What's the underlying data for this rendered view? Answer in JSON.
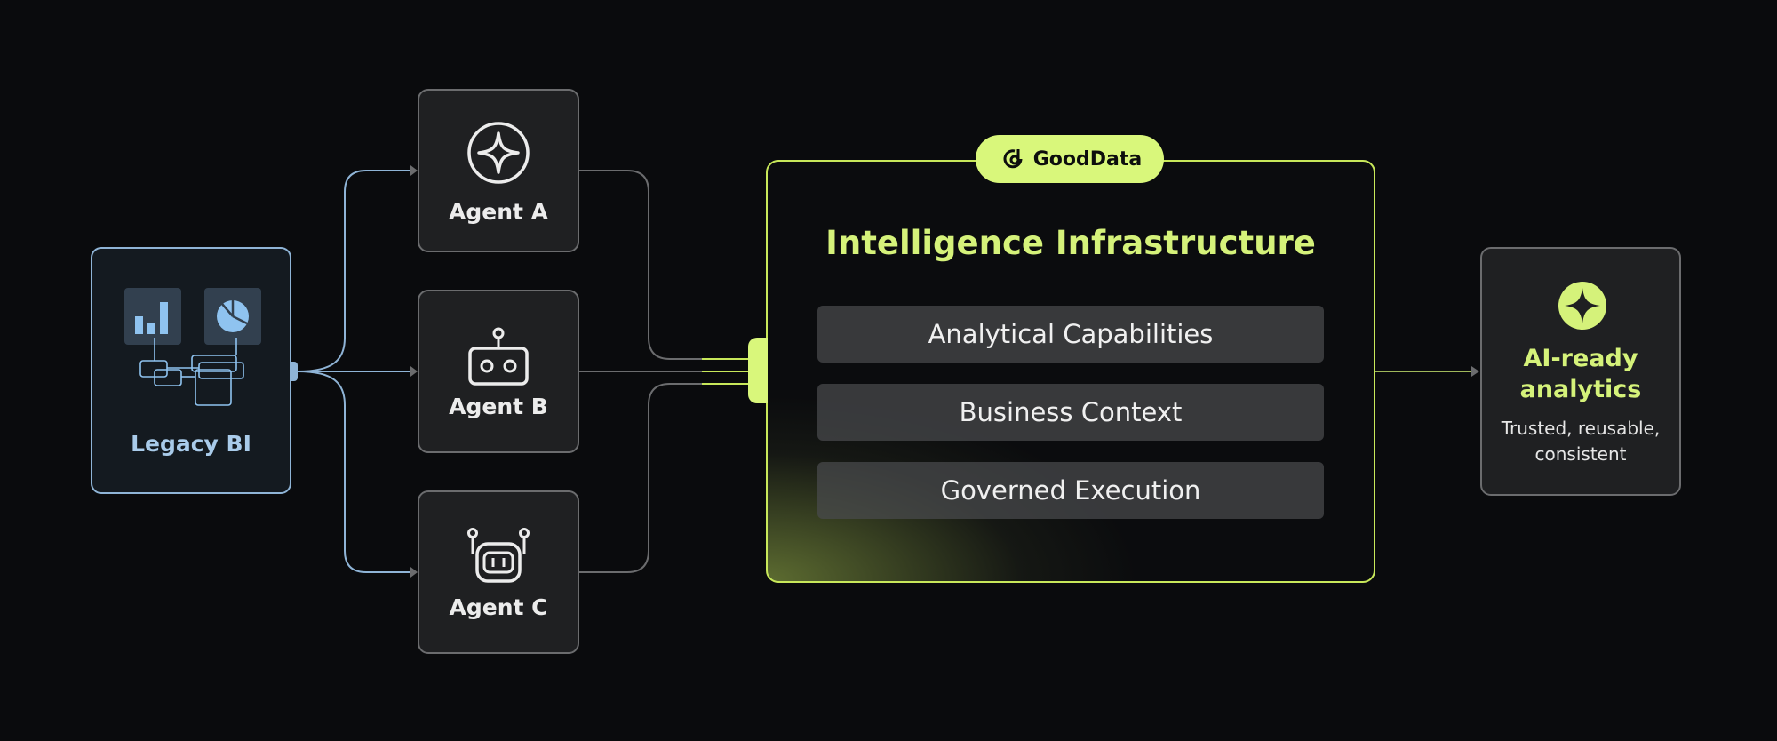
{
  "sources": {
    "legacy_bi": {
      "label": "Legacy BI",
      "icons": [
        "bar-chart-icon",
        "pie-chart-icon",
        "diagram-network-icon"
      ]
    }
  },
  "agents": [
    {
      "label": "Agent A",
      "icon": "sparkle-circle-icon"
    },
    {
      "label": "Agent B",
      "icon": "robot-antenna-icon"
    },
    {
      "label": "Agent C",
      "icon": "robot-face-icon"
    }
  ],
  "infrastructure": {
    "brand": "GoodData",
    "title": "Intelligence Infrastructure",
    "capabilities": [
      "Analytical Capabilities",
      "Business Context",
      "Governed Execution"
    ]
  },
  "output": {
    "title_line1": "AI-ready",
    "title_line2": "analytics",
    "subtitle_line1": "Trusted, reusable,",
    "subtitle_line2": "consistent",
    "icon": "sparkle-circle-icon"
  },
  "colors": {
    "background": "#0a0b0d",
    "accent_green": "#d5f27a",
    "accent_blue": "#8fb4d6",
    "connector_gray": "#6b6c6e"
  }
}
